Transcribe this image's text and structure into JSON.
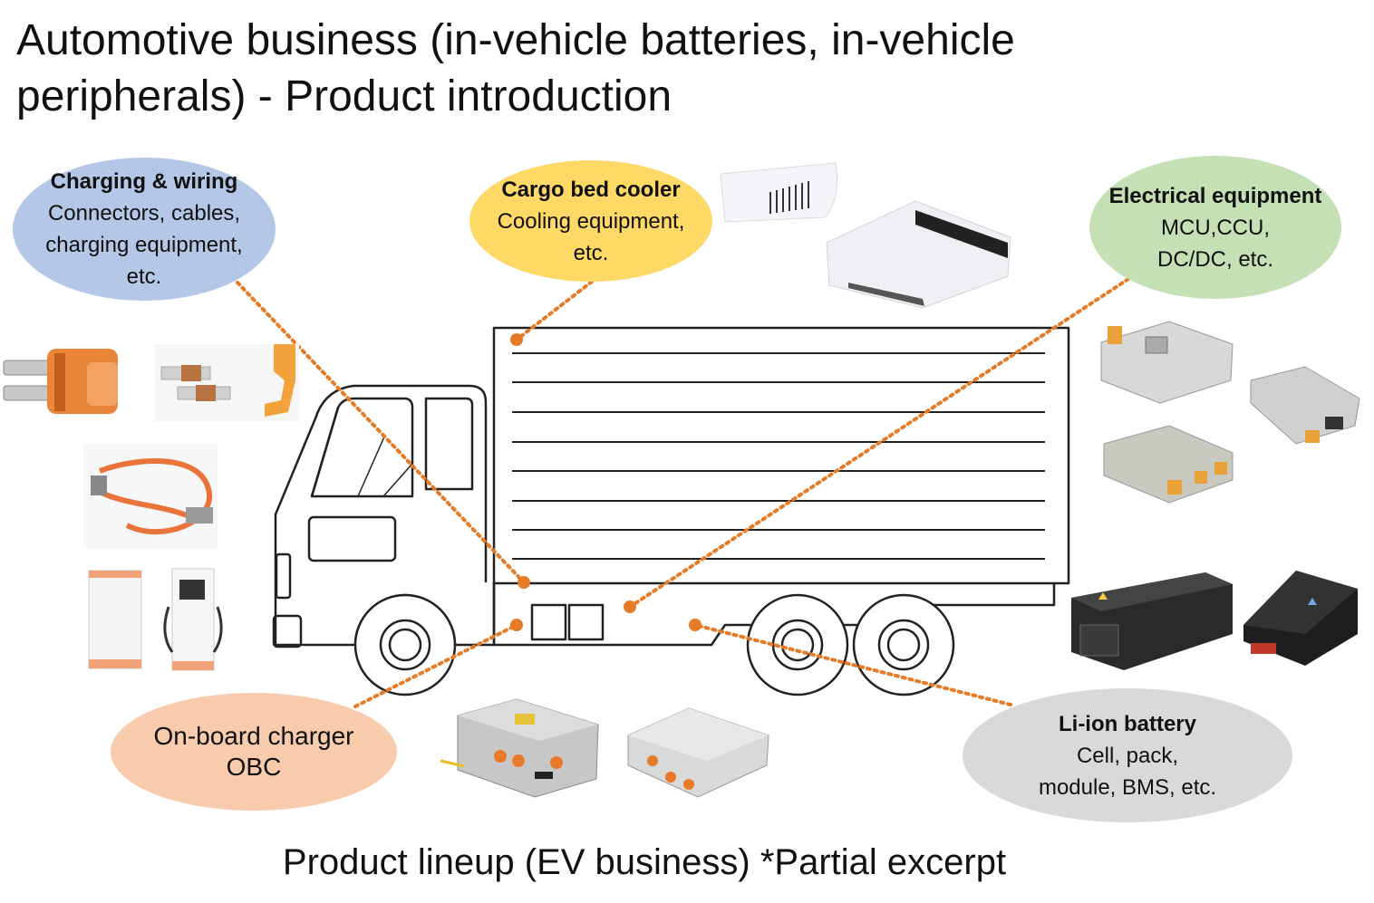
{
  "title": "Automotive business (in-vehicle batteries, in-vehicle peripherals) - Product introduction",
  "caption": "Product lineup (EV business) *Partial excerpt",
  "categories": {
    "charging": {
      "heading": "Charging & wiring",
      "lines": [
        "Connectors, cables,",
        "charging equipment,",
        "etc."
      ],
      "color": "#b4c7e7"
    },
    "cooler": {
      "heading": "Cargo bed cooler",
      "lines": [
        "Cooling equipment,",
        "etc."
      ],
      "color": "#ffd966"
    },
    "electrical": {
      "heading": "Electrical equipment",
      "lines": [
        "MCU,CCU,",
        "DC/DC, etc."
      ],
      "color": "#c5e0b4"
    },
    "obc": {
      "heading": "On-board charger",
      "lines": [
        "OBC"
      ],
      "color": "#f8cbad"
    },
    "battery": {
      "heading": "Li-ion battery",
      "lines": [
        "Cell, pack,",
        "module, BMS, etc."
      ],
      "color": "#d9d9d9"
    }
  },
  "colors": {
    "connector": "#e57b26",
    "truck_outline": "#222222"
  }
}
